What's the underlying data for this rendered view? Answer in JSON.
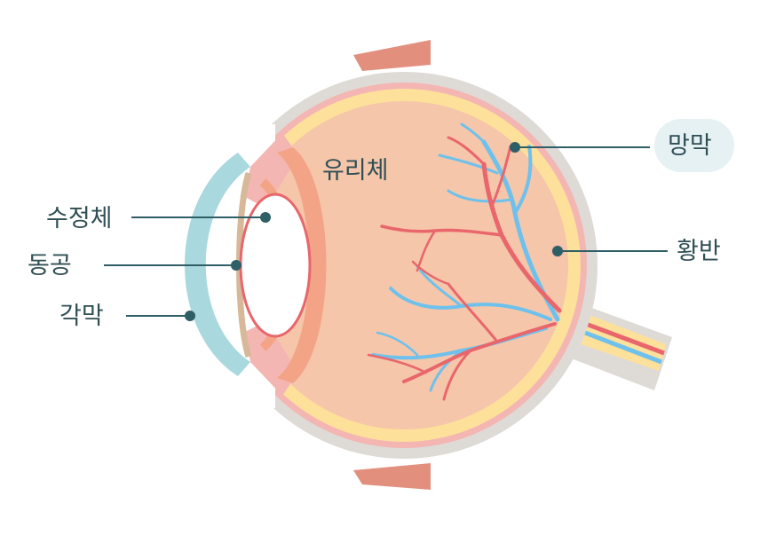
{
  "labels": {
    "vitreous": "유리체",
    "retina": "망막",
    "macula": "황반",
    "lens": "수정체",
    "pupil": "동공",
    "cornea": "각막"
  },
  "colors": {
    "sclera": "#dedad6",
    "retina_yellow": "#fde09a",
    "interior": "#f5c6aa",
    "ciliary": "#f3a487",
    "iris_pink": "#f4b6b3",
    "cornea": "#a9d8de",
    "artery": "#e8666c",
    "vein": "#6ec1ec",
    "muscle": "#e38f7d",
    "leader": "#2f5f66",
    "text": "#2f4f55",
    "pill": "#e6f1f4"
  }
}
